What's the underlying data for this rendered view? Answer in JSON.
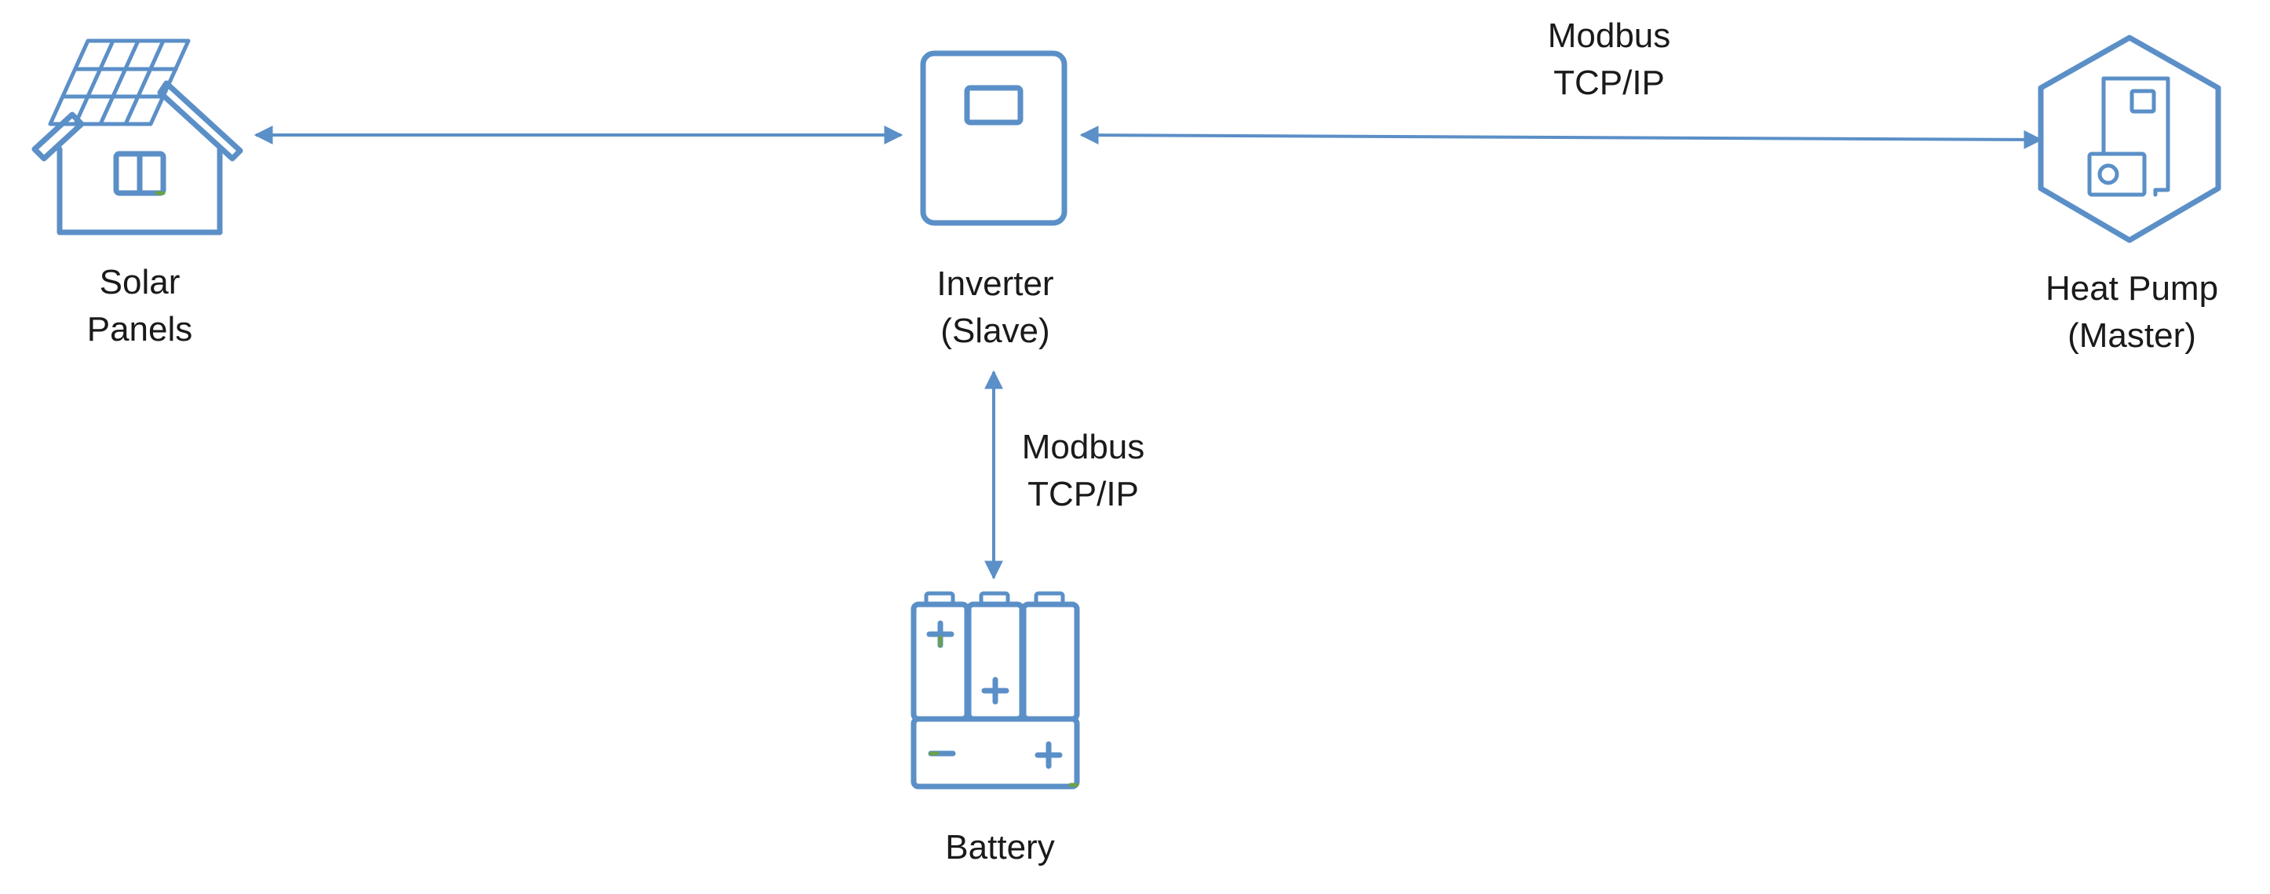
{
  "nodes": {
    "solar": {
      "line1": "Solar",
      "line2": "Panels"
    },
    "inverter": {
      "line1": "Inverter",
      "line2": "(Slave)"
    },
    "heat_pump": {
      "line1": "Heat Pump",
      "line2": "(Master)"
    },
    "battery": {
      "line1": "Battery"
    }
  },
  "edges": {
    "inverter_heatpump": {
      "line1": "Modbus",
      "line2": "TCP/IP"
    },
    "inverter_battery": {
      "line1": "Modbus",
      "line2": "TCP/IP"
    }
  },
  "colors": {
    "stroke": "#5b8fc7",
    "accent": "#6aa14a",
    "text": "#1a1a1a"
  }
}
